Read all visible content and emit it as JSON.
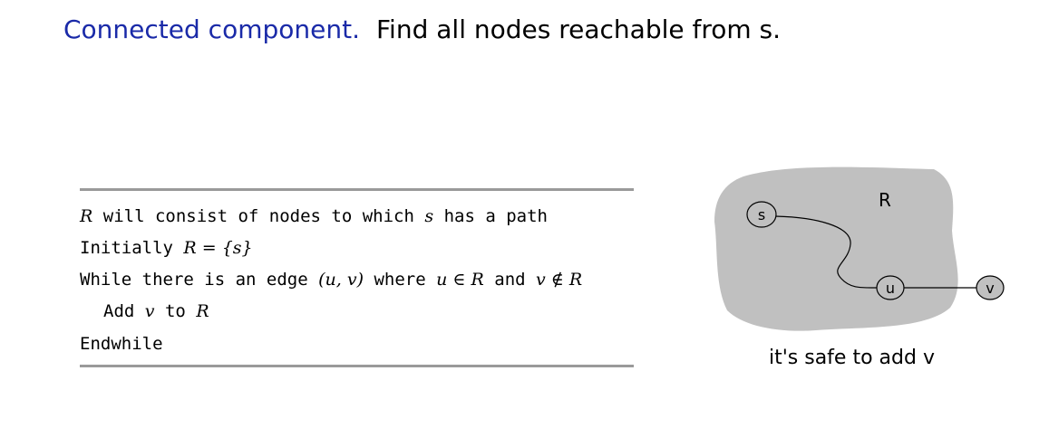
{
  "title": {
    "keyword": "Connected component.",
    "text": "Find all nodes reachable from s."
  },
  "algorithm": {
    "line1": {
      "R": "R",
      "text1": "will consist of nodes to which",
      "s": "s",
      "text2": "has a path"
    },
    "line2": {
      "text": "Initially",
      "expr": "R = {s}"
    },
    "line3": {
      "text1": "While there is an edge",
      "edge": "(u, v)",
      "text2": "where",
      "cond1": "u ∈ R",
      "text3": "and",
      "cond2": "v ∉ R"
    },
    "line4": {
      "text1": "Add",
      "v": "v",
      "text2": "to",
      "R": "R"
    },
    "line5": {
      "text": "Endwhile"
    }
  },
  "diagram": {
    "region_label": "R",
    "nodes": {
      "s": "s",
      "u": "u",
      "v": "v"
    },
    "region_color": "#c0c0c0",
    "caption": "it's safe to add v"
  },
  "colors": {
    "keyword": "#1a2aa8",
    "rule": "#9a9a9a"
  }
}
